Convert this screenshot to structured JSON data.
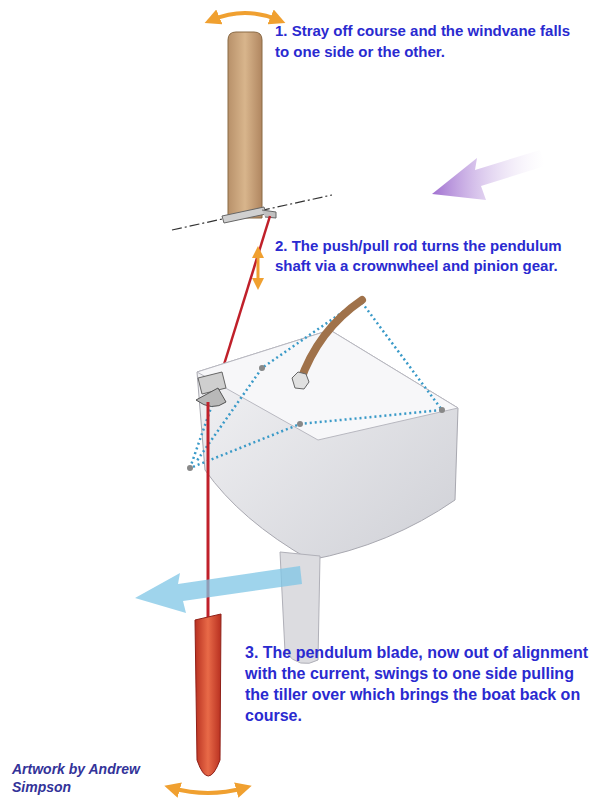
{
  "diagram": {
    "labels": [
      "1. Stray off course and the windvane falls to one side or the other.",
      "2. The push/pull rod turns the pendulum shaft via a crownwheel and pinion gear.",
      "3. The pendulum blade, now out of alignment with the current, swings to one side pulling the tiller over which brings the boat back on course.",
      "Artwork by Andrew Simpson"
    ]
  }
}
